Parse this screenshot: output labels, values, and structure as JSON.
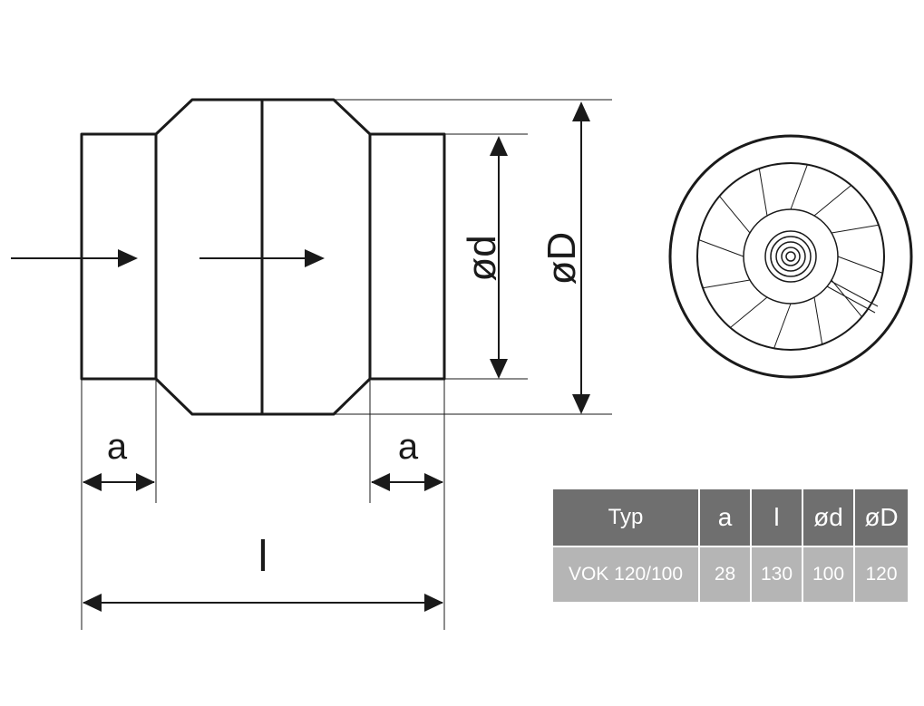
{
  "drawing": {
    "dimensions": {
      "a_left": "a",
      "a_right": "a",
      "length": "l",
      "inner_diameter": "ød",
      "outer_diameter": "øD"
    },
    "line_color": "#1a1a1a"
  },
  "table": {
    "header_bg": "#6f6f6f",
    "row_bg": "#b5b5b5",
    "headers": [
      "Typ",
      "a",
      "l",
      "ød",
      "øD"
    ],
    "rows": [
      [
        "VOK 120/100",
        "28",
        "130",
        "100",
        "120"
      ]
    ]
  }
}
